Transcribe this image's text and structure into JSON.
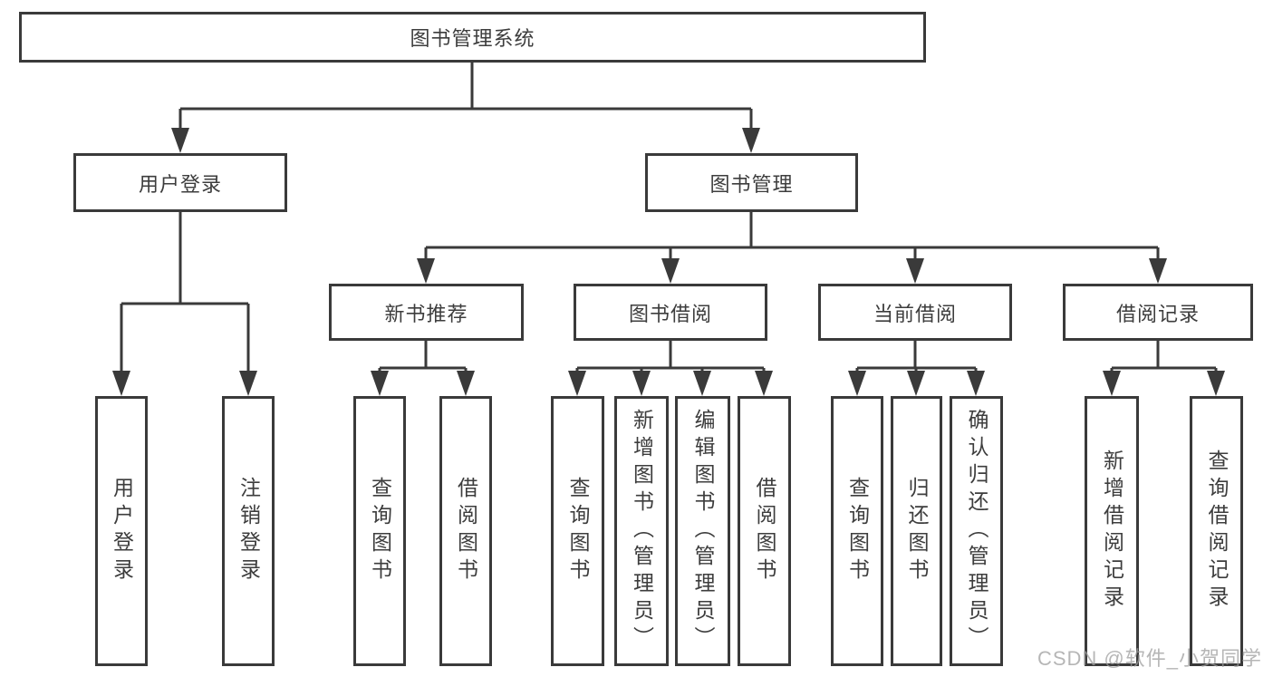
{
  "diagram": {
    "type": "tree",
    "title": "图书管理系统",
    "colors": {
      "line": "#3a3a3a",
      "box_border": "#3a3a3a",
      "box_background": "#ffffff",
      "text": "#3d3d3d",
      "background": "#ffffff",
      "watermark": "#9e9e9e"
    },
    "nodes": {
      "root": {
        "label": "图书管理系统"
      },
      "user_login": {
        "label": "用户登录"
      },
      "book_mgmt": {
        "label": "图书管理"
      },
      "new_books": {
        "label": "新书推荐"
      },
      "book_borrow": {
        "label": "图书借阅"
      },
      "current_borrow": {
        "label": "当前借阅"
      },
      "borrow_records": {
        "label": "借阅记录"
      },
      "login": {
        "label": "用户登录"
      },
      "logout": {
        "label": "注销登录"
      },
      "nb_query": {
        "label": "查询图书"
      },
      "nb_borrow": {
        "label": "借阅图书"
      },
      "bb_query": {
        "label": "查询图书"
      },
      "bb_add": {
        "label": "新增图书（管理员）"
      },
      "bb_edit": {
        "label": "编辑图书（管理员）"
      },
      "bb_borrow": {
        "label": "借阅图书"
      },
      "cb_query": {
        "label": "查询图书"
      },
      "cb_return": {
        "label": "归还图书"
      },
      "cb_confirm": {
        "label": "确认归还（管理员）"
      },
      "br_add": {
        "label": "新增借阅记录"
      },
      "br_query": {
        "label": "查询借阅记录"
      }
    },
    "structure": {
      "图书管理系统": [
        "用户登录",
        "图书管理"
      ],
      "用户登录": [
        "用户登录",
        "注销登录"
      ],
      "图书管理": [
        "新书推荐",
        "图书借阅",
        "当前借阅",
        "借阅记录"
      ],
      "新书推荐": [
        "查询图书",
        "借阅图书"
      ],
      "图书借阅": [
        "查询图书",
        "新增图书（管理员）",
        "编辑图书（管理员）",
        "借阅图书"
      ],
      "当前借阅": [
        "查询图书",
        "归还图书",
        "确认归还（管理员）"
      ],
      "借阅记录": [
        "新增借阅记录",
        "查询借阅记录"
      ]
    }
  },
  "watermark": {
    "text": "CSDN @软件_小贺同学"
  }
}
